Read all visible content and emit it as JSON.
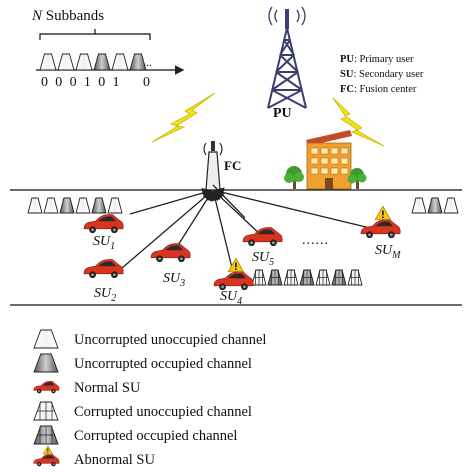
{
  "subband_header": {
    "n": "N",
    "rest": " Subbands"
  },
  "bit_sequence": "0 0 0 1 0 1    0",
  "bit_sequence_dots": "...",
  "pu_label": "PU",
  "fc_label": "FC",
  "definitions": [
    {
      "abbr": "PU",
      "text": ": Primary user"
    },
    {
      "abbr": "SU",
      "text": ": Secondary user"
    },
    {
      "abbr": "FC",
      "text": ": Fusion center"
    }
  ],
  "su_labels": [
    {
      "base": "SU",
      "sub": "1"
    },
    {
      "base": "SU",
      "sub": "2"
    },
    {
      "base": "SU",
      "sub": "3"
    },
    {
      "base": "SU",
      "sub": "4"
    },
    {
      "base": "SU",
      "sub": "5"
    },
    {
      "base": "SU",
      "sub": "M"
    }
  ],
  "road_dots": "......",
  "legend": [
    {
      "icon": "uncorrupted-unoccupied-channel-icon",
      "label": "Uncorrupted unoccupied channel"
    },
    {
      "icon": "uncorrupted-occupied-channel-icon",
      "label": "Uncorrupted occupied channel"
    },
    {
      "icon": "normal-su-car-icon",
      "label": "Normal SU"
    },
    {
      "icon": "corrupted-unoccupied-channel-icon",
      "label": "Corrupted unoccupied channel"
    },
    {
      "icon": "corrupted-occupied-channel-icon",
      "label": "Corrupted occupied channel"
    },
    {
      "icon": "abnormal-su-car-icon",
      "label": "Abnormal SU"
    }
  ],
  "colors": {
    "car": "#d9341f",
    "lightning": "#f3e21a",
    "building": "#f0a030",
    "tree": "#3f9a2e",
    "warning": "#f5c518",
    "tower": "#3a3f6e"
  }
}
